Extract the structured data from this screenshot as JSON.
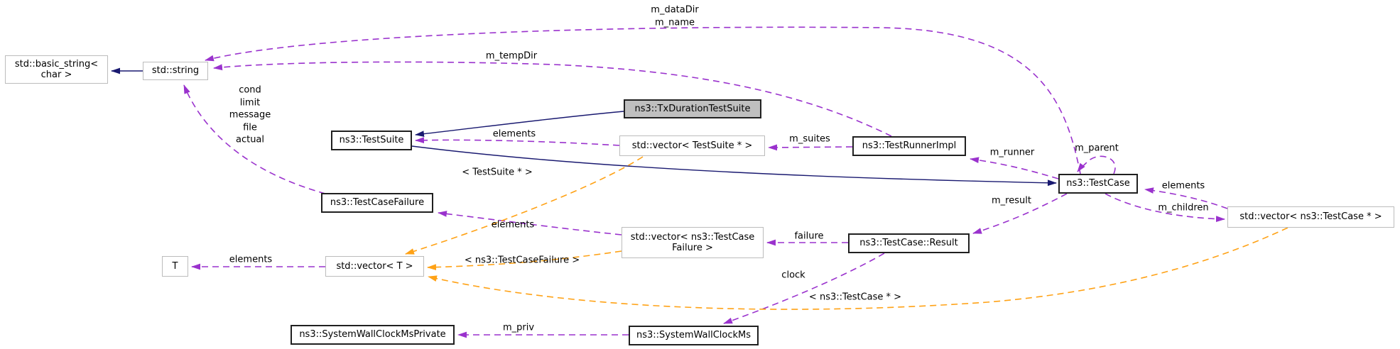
{
  "diagram": {
    "type": "class-collaboration-graph",
    "nodes": {
      "basic_string_l1": "std::basic_string<",
      "basic_string_l2": "char >",
      "std_string": "std::string",
      "test_suite": "ns3::TestSuite",
      "tx_duration": "ns3::TxDurationTestSuite",
      "vec_test_suite": "std::vector< TestSuite * >",
      "test_runner": "ns3::TestRunnerImpl",
      "test_case": "ns3::TestCase",
      "vec_test_case": "std::vector< ns3::TestCase * >",
      "test_case_failure": "ns3::TestCaseFailure",
      "vec_tcf_l1": "std::vector< ns3::TestCase",
      "vec_tcf_l2": "Failure >",
      "result": "ns3::TestCase::Result",
      "t": "T",
      "vec_t": "std::vector< T >",
      "sys_priv": "ns3::SystemWallClockMsPrivate",
      "sys_ms": "ns3::SystemWallClockMs"
    },
    "edge_labels": {
      "m_datadir": "m_dataDir",
      "m_name": "m_name",
      "m_tempdir": "m_tempDir",
      "cond": "cond",
      "limit": "limit",
      "message": "message",
      "file": "file",
      "actual": "actual",
      "elements_test_suite": "elements",
      "tpl_test_suite": "< TestSuite * >",
      "m_suites": "m_suites",
      "m_runner": "m_runner",
      "m_parent": "m_parent",
      "elements_test_case": "elements",
      "m_children": "m_children",
      "m_result": "m_result",
      "failure": "failure",
      "clock": "clock",
      "elements_failure": "elements",
      "tpl_failure": "< ns3::TestCaseFailure >",
      "elements_t": "elements",
      "tpl_test_case": "< ns3::TestCase * >",
      "m_priv": "m_priv"
    },
    "colors": {
      "inheritance_edge": "#191970",
      "usage_edge": "#9a32cd",
      "template_edge": "#ffa216",
      "node_border": "#bcbcbc",
      "node_border_strong": "#202020",
      "highlight_fill": "#bfbfbf"
    }
  }
}
